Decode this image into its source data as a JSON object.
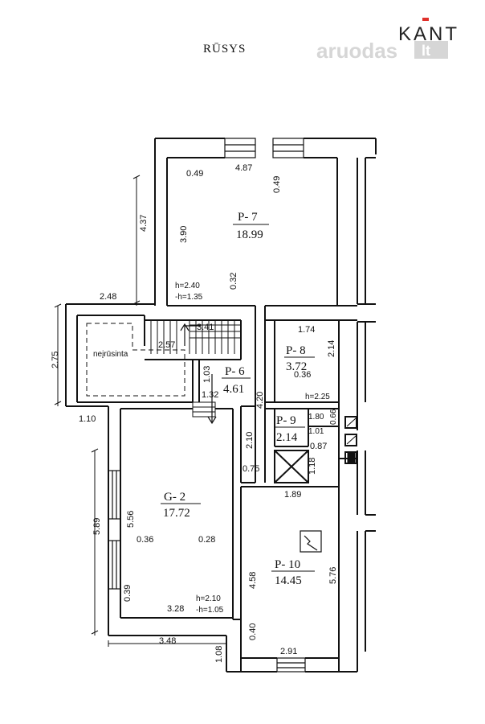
{
  "title": "RŪSYS",
  "watermark": {
    "kant": "KANT",
    "site": "aruodas",
    "site_suffix": "lt",
    "accent_color": "#e0302a"
  },
  "rooms": {
    "p7": {
      "id": "P- 7",
      "area": "18.99",
      "height": "h=2.40",
      "depth": "-h=1.35"
    },
    "p8": {
      "id": "P- 8",
      "area": "3.72"
    },
    "p6": {
      "id": "P- 6",
      "area": "4.61"
    },
    "p9": {
      "id": "P- 9",
      "area": "2.14"
    },
    "g2": {
      "id": "G- 2",
      "area": "17.72",
      "height": "h=2.10",
      "depth": "-h=1.05"
    },
    "p10": {
      "id": "P- 10",
      "area": "14.45"
    },
    "unexcavated": "neįrūsinta"
  },
  "dims": {
    "d_487": "4.87",
    "d_049a": "0.49",
    "d_049b": "0.49",
    "d_437": "4.37",
    "d_390": "3.90",
    "d_032": "0.32",
    "d_248": "2.48",
    "d_275": "2.75",
    "d_341": "3.41",
    "d_257": "2.57",
    "d_174": "1.74",
    "d_214": "2.14",
    "d_036a": "0.36",
    "p8_h": "h=2.25",
    "d_103": "1.03",
    "d_420": "4.20",
    "d_132": "1.32",
    "d_110": "1.10",
    "d_180": "1.80",
    "d_066": "0.66",
    "d_101": "1.01",
    "d_087": "0.87",
    "d_210": "2.10",
    "d_075": "0.75",
    "d_118": "1.18",
    "d_189": "1.89",
    "d_589": "5.89",
    "d_556": "5.56",
    "d_036b": "0.36",
    "d_028": "0.28",
    "d_458": "4.58",
    "d_576": "5.76",
    "d_039": "0.39",
    "d_328": "3.28",
    "d_348": "3.48",
    "d_040": "0.40",
    "d_108": "1.08",
    "d_291": "2.91"
  }
}
